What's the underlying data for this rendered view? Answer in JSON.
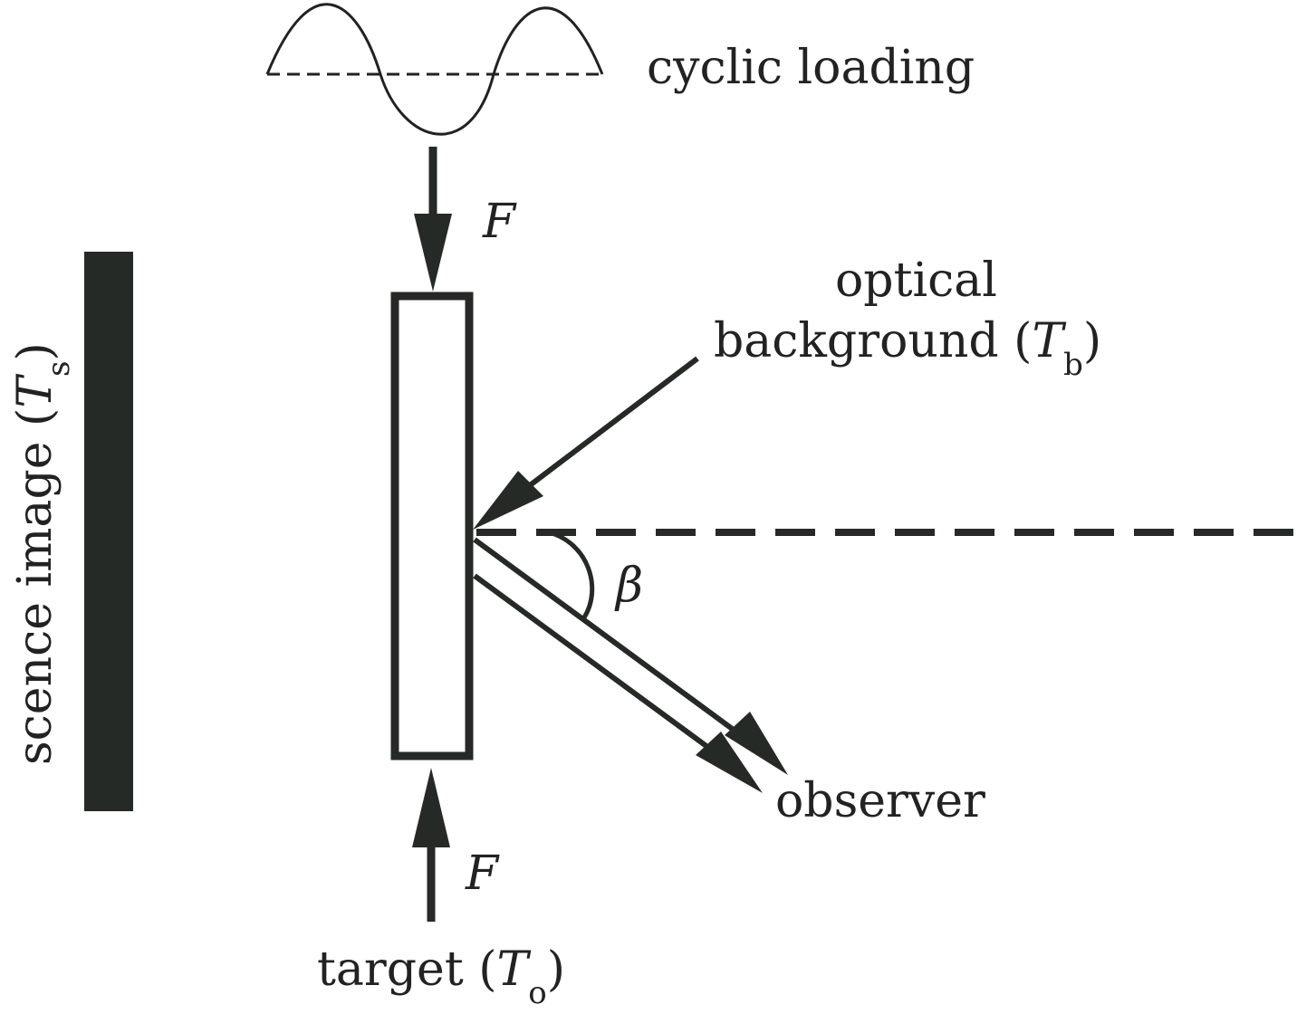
{
  "diagram": {
    "colors": {
      "ink": "#222222",
      "bar": "#262a26",
      "background": "#ffffff"
    },
    "labels": {
      "cyclic_loading": "cyclic loading",
      "force_top": "F",
      "force_bottom": "F",
      "optical_line1": "optical",
      "optical_line2_text": "background (",
      "optical_T": "T",
      "optical_sub": "b",
      "optical_close": ")",
      "scene_text": "scence image (",
      "scene_T": "T",
      "scene_sub": "s",
      "scene_close": ")",
      "beta": "β",
      "observer": "observer",
      "target_text": "target (",
      "target_T": "T",
      "target_sub": "o",
      "target_close": ")"
    }
  }
}
